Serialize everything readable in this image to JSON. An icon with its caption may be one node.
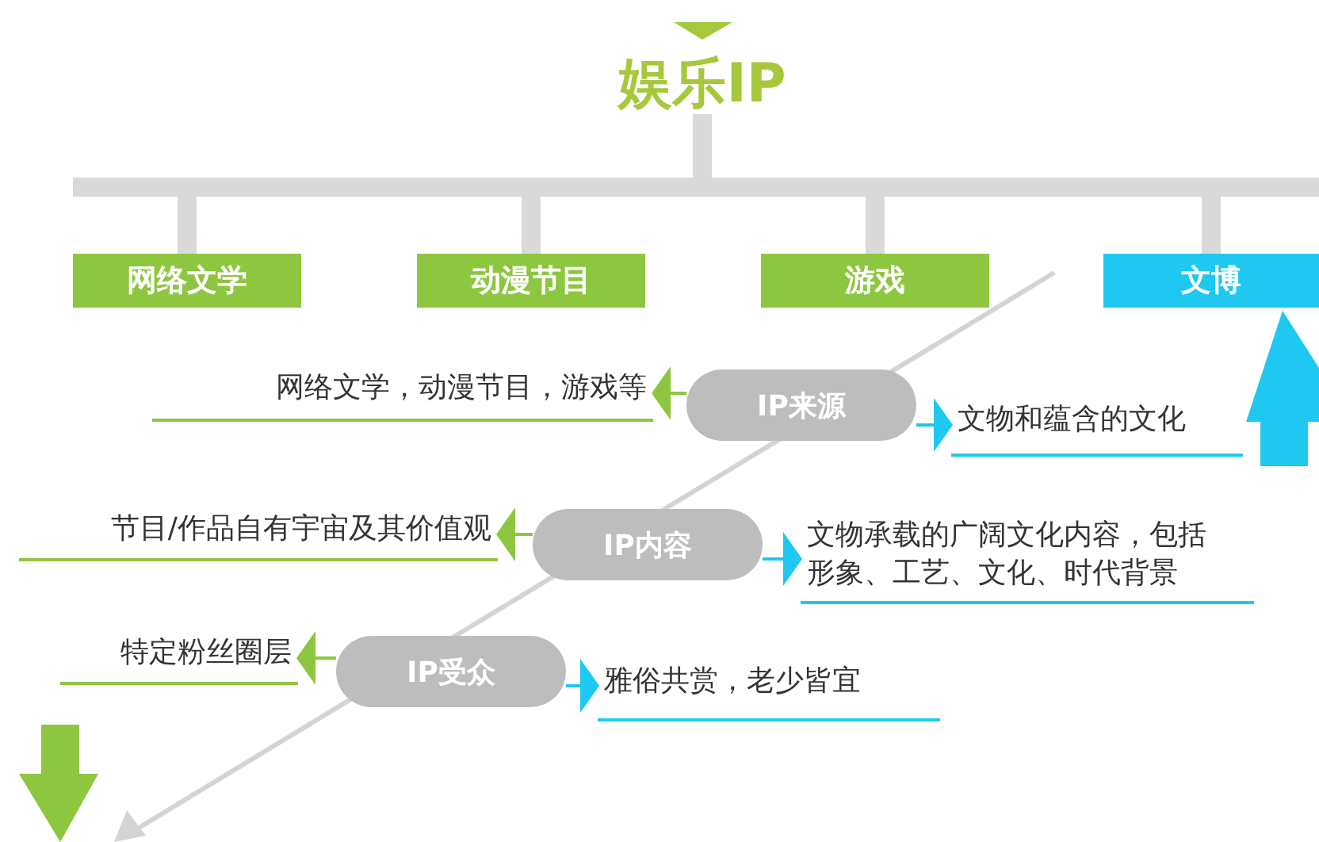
{
  "diagram": {
    "nodes": [
      {
        "text": [
          "娱乐IP"
        ]
      },
      {
        "text": [
          "网络文学"
        ]
      },
      {
        "text": [
          "动漫节目"
        ]
      },
      {
        "text": [
          "游戏"
        ]
      },
      {
        "text": [
          "文博"
        ]
      },
      {
        "text": [
          "IP来源"
        ]
      },
      {
        "text": [
          "IP内容"
        ]
      },
      {
        "text": [
          "IP受众"
        ]
      },
      {
        "text": [
          "网络文学，动漫节目，游戏等"
        ]
      },
      {
        "text": [
          "文物和蕴含的文化"
        ]
      },
      {
        "text": [
          "节目/作品自有宇宙及其价值观"
        ]
      },
      {
        "text": [
          "文物承载的广阔文化内容，包括形象、工艺、文化、时代背景"
        ]
      },
      {
        "text": [
          "特定粉丝圈层"
        ]
      },
      {
        "text": [
          "雅俗共赏，老少皆宜"
        ]
      }
    ],
    "edges": [
      {
        "from": 0,
        "to": 1,
        "arrow": "none",
        "style": "thick"
      },
      {
        "from": 0,
        "to": 2,
        "arrow": "none",
        "style": "thick"
      },
      {
        "from": 0,
        "to": 3,
        "arrow": "none",
        "style": "thick"
      },
      {
        "from": 0,
        "to": 4,
        "arrow": "none",
        "style": "thick"
      },
      {
        "from": 5,
        "to": 8,
        "arrow": "to",
        "color": "#8dc63f"
      },
      {
        "from": 5,
        "to": 9,
        "arrow": "to",
        "color": "#1ec8f0"
      },
      {
        "from": 6,
        "to": 10,
        "arrow": "to",
        "color": "#8dc63f"
      },
      {
        "from": 6,
        "to": 11,
        "arrow": "to",
        "color": "#1ec8f0"
      },
      {
        "from": 7,
        "to": 12,
        "arrow": "to",
        "color": "#8dc63f"
      },
      {
        "from": 7,
        "to": 13,
        "arrow": "to",
        "color": "#1ec8f0"
      },
      {
        "from": 9,
        "to": 4,
        "arrow": "to",
        "style": "thick",
        "color": "#1ec8f0"
      }
    ]
  }
}
